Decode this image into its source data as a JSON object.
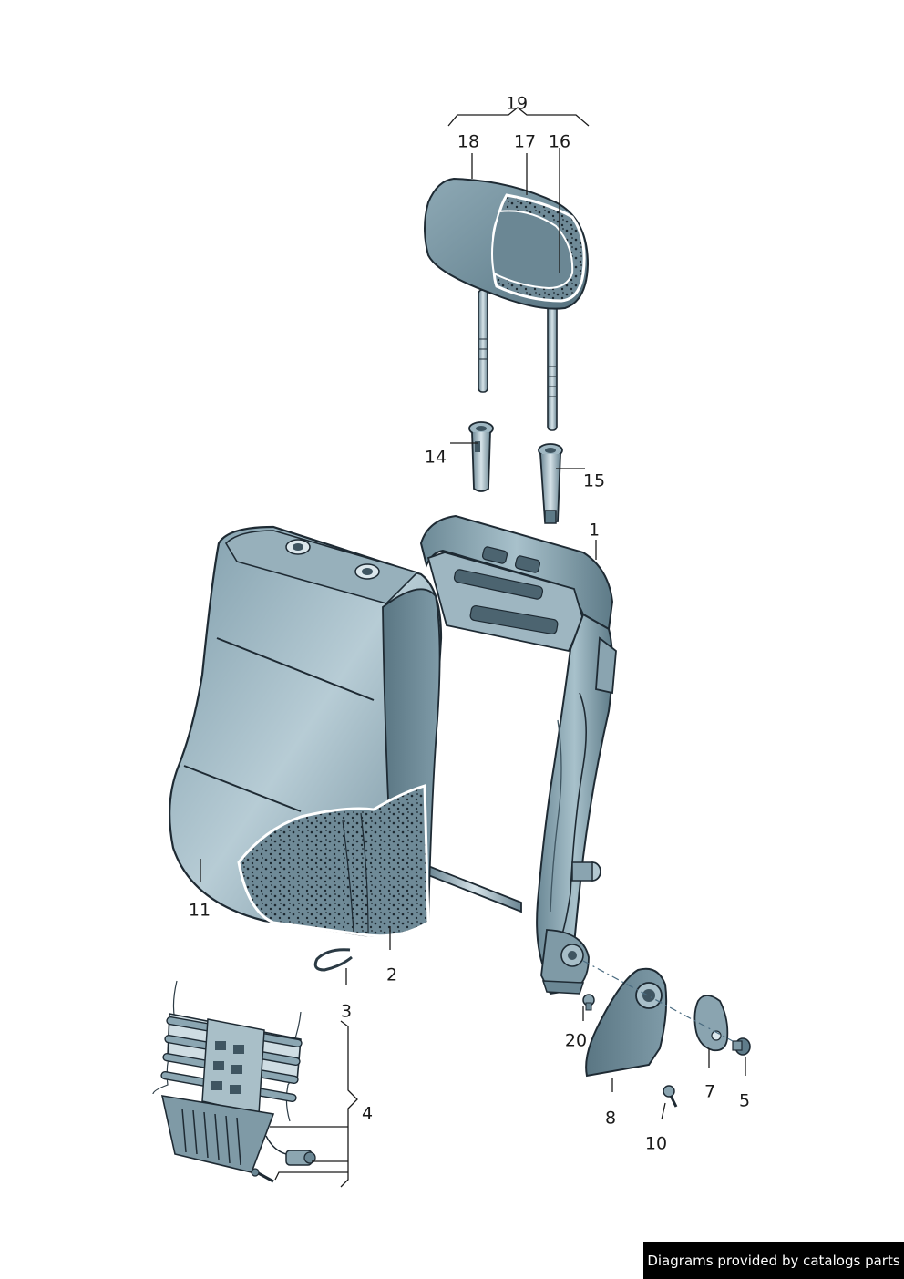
{
  "colors": {
    "part_fill_dark": "#5f7c8a",
    "part_fill_mid": "#86a3b0",
    "part_fill_light": "#bcd2db",
    "foam_fill": "#4d6570",
    "outline": "#1e2a33",
    "credit_bg": "#000000",
    "credit_text": "#ffffff"
  },
  "callouts": {
    "c1": "1",
    "c2": "2",
    "c3": "3",
    "c4": "4",
    "c5": "5",
    "c7": "7",
    "c8": "8",
    "c10": "10",
    "c11": "11",
    "c14": "14",
    "c15": "15",
    "c16": "16",
    "c17": "17",
    "c18": "18",
    "c19": "19",
    "c20": "20"
  },
  "credit_text": "Diagrams provided by catalogs parts"
}
